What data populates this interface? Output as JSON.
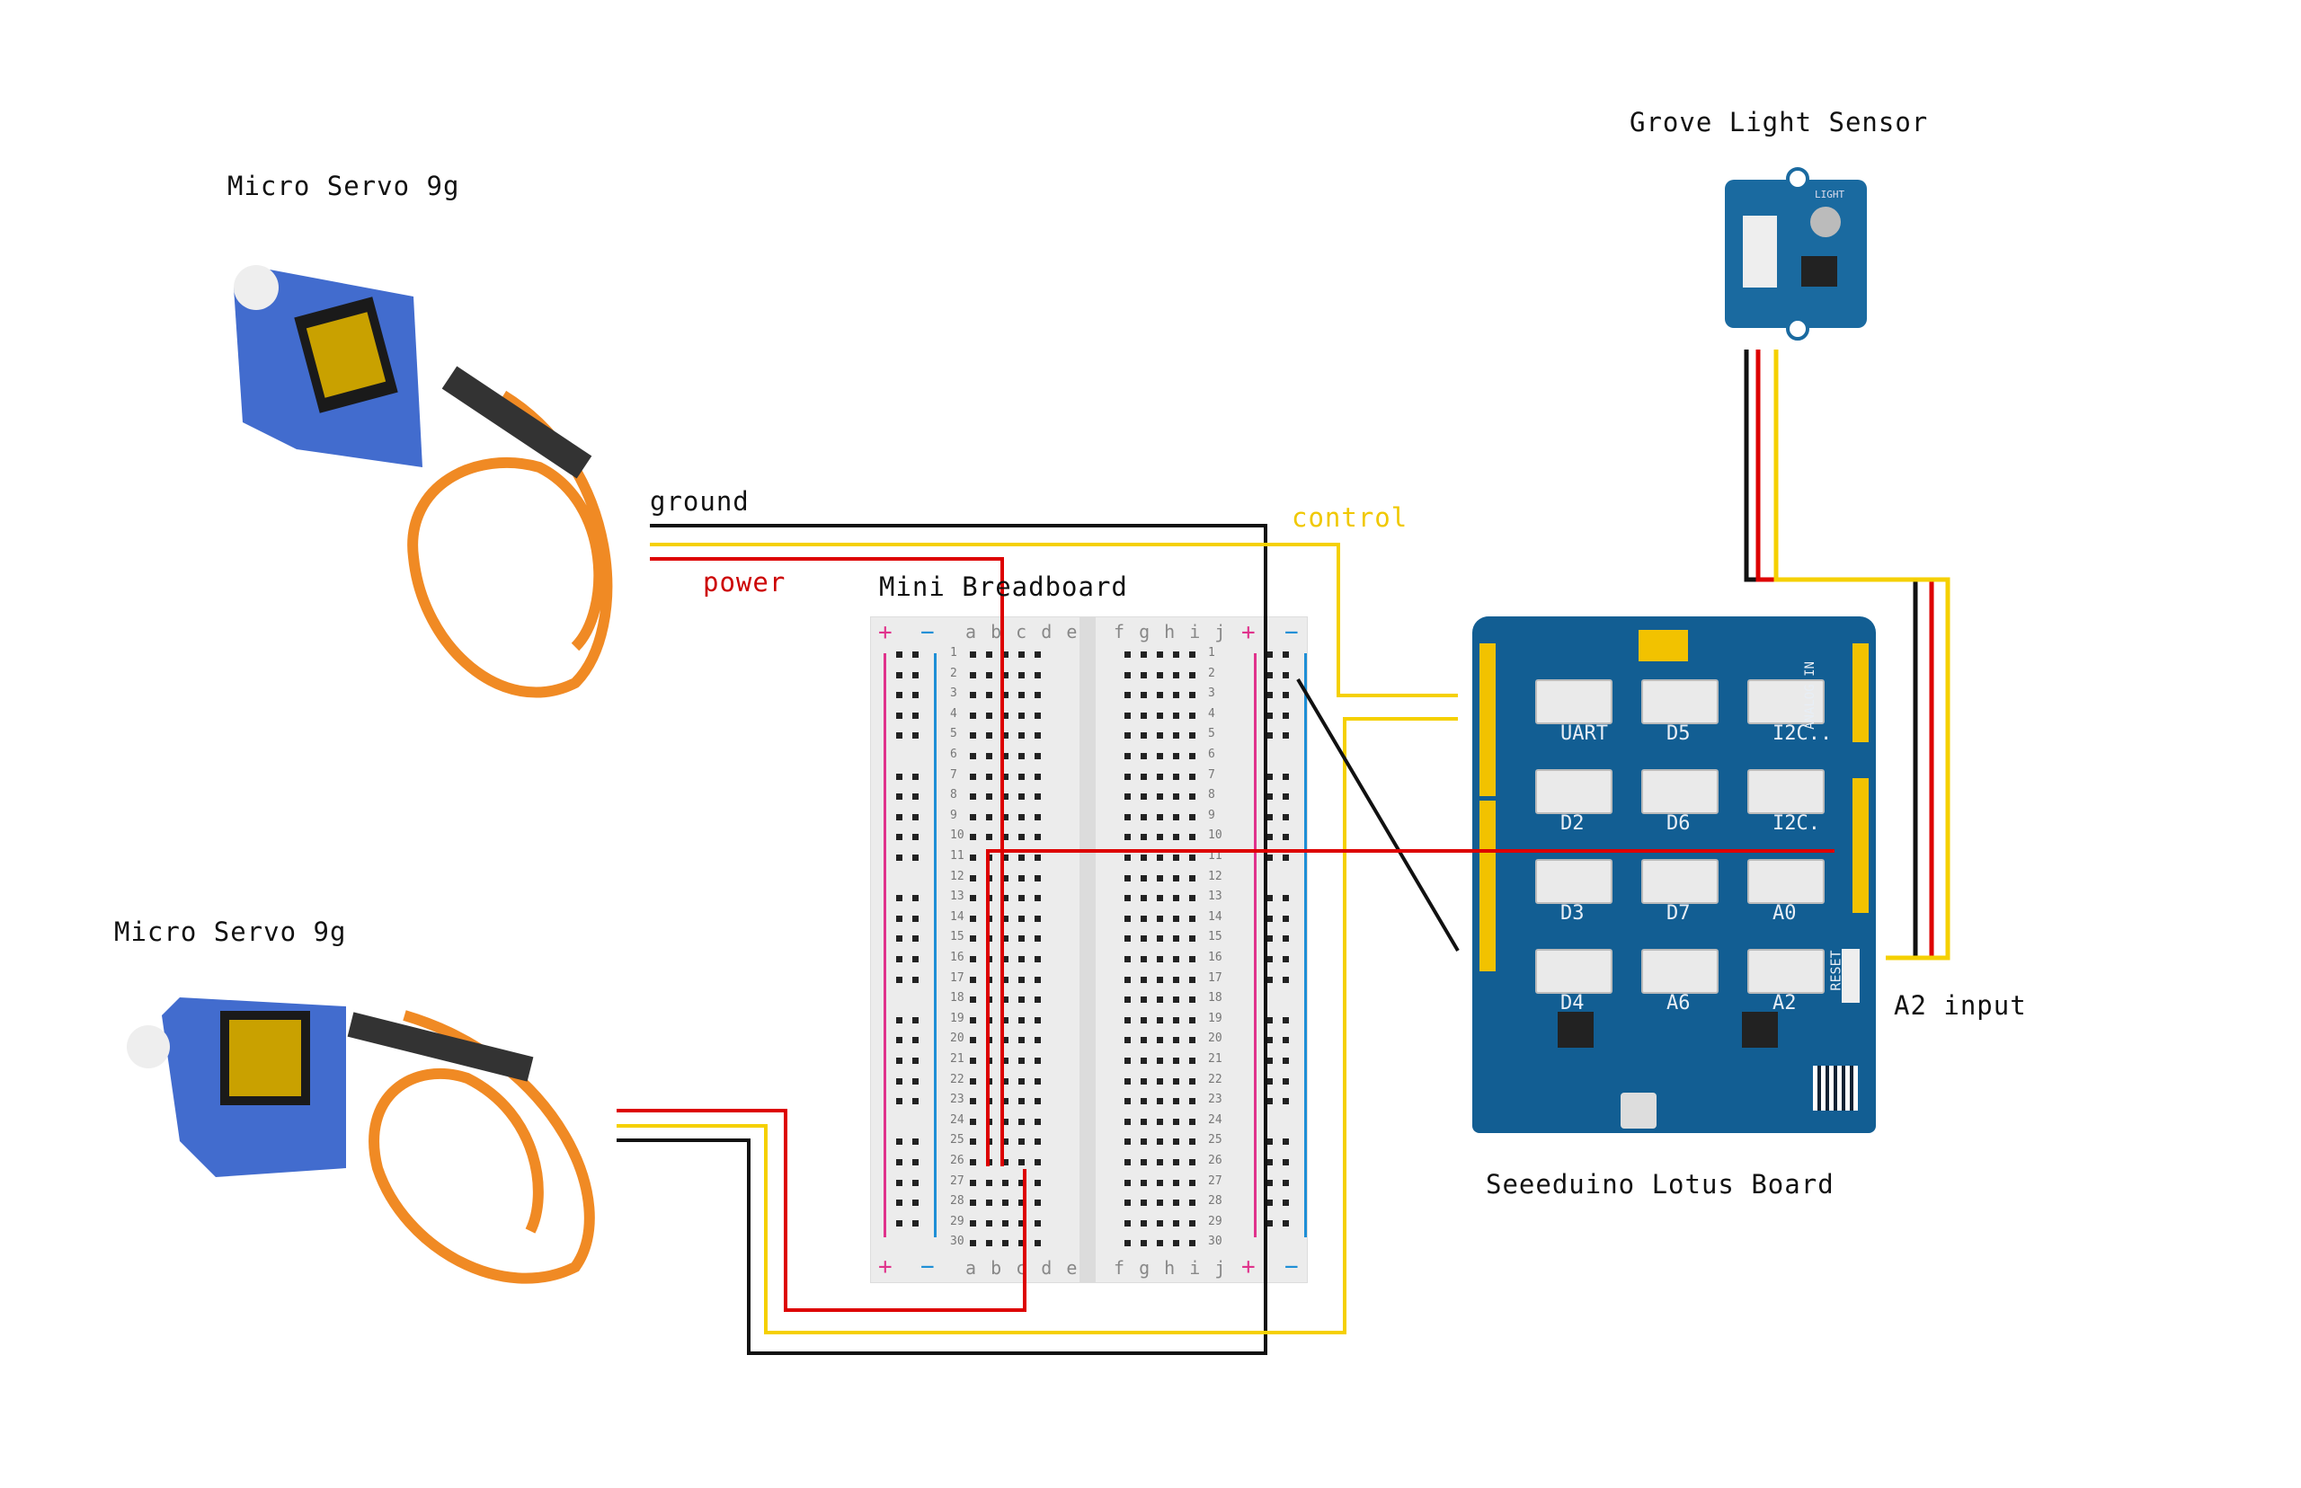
{
  "labels": {
    "servo_top": "Micro Servo 9g",
    "servo_bottom": "Micro Servo 9g",
    "sensor": "Grove Light Sensor",
    "breadboard": "Mini Breadboard",
    "board": "Seeeduino Lotus Board",
    "ground": "ground",
    "power": "power",
    "control": "control",
    "a2_input": "A2 input"
  },
  "breadboard": {
    "left_cols": "a b c d e",
    "right_cols": "f g h i j",
    "plus": "+",
    "minus": "−",
    "rows": 30
  },
  "board": {
    "ports": [
      "UART",
      "D5",
      "I2C..",
      "D2",
      "D6",
      "I2C.",
      "D3",
      "D7",
      "A0",
      "D4",
      "A6",
      "A2"
    ],
    "reset": "RESET",
    "analog_in": "ANALOG IN"
  },
  "sensor": {
    "text": "LIGHT"
  },
  "colors": {
    "ground": "#111111",
    "power": "#dd0000",
    "control": "#f5d000",
    "board": "#125e93",
    "breadboard": "#ececec"
  }
}
